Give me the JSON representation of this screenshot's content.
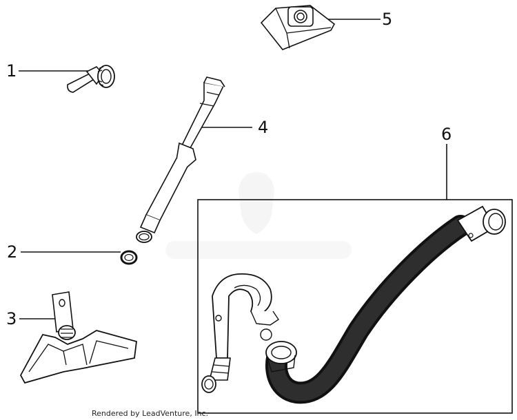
{
  "callouts": [
    {
      "number": "1",
      "part": "crevice-tool"
    },
    {
      "number": "2",
      "part": "o-ring-seal"
    },
    {
      "number": "3",
      "part": "floor-nozzle"
    },
    {
      "number": "4",
      "part": "extension-wand"
    },
    {
      "number": "5",
      "part": "dust-bag"
    },
    {
      "number": "6",
      "part": "hose-with-handle-assembly"
    }
  ],
  "footer": "Rendered by LeadVenture, Inc.",
  "watermark_icon": "leadventure-shield-watermark",
  "colors": {
    "line": "#111111",
    "hose": "#1a1a1a",
    "watermark": "#eeeeee"
  }
}
